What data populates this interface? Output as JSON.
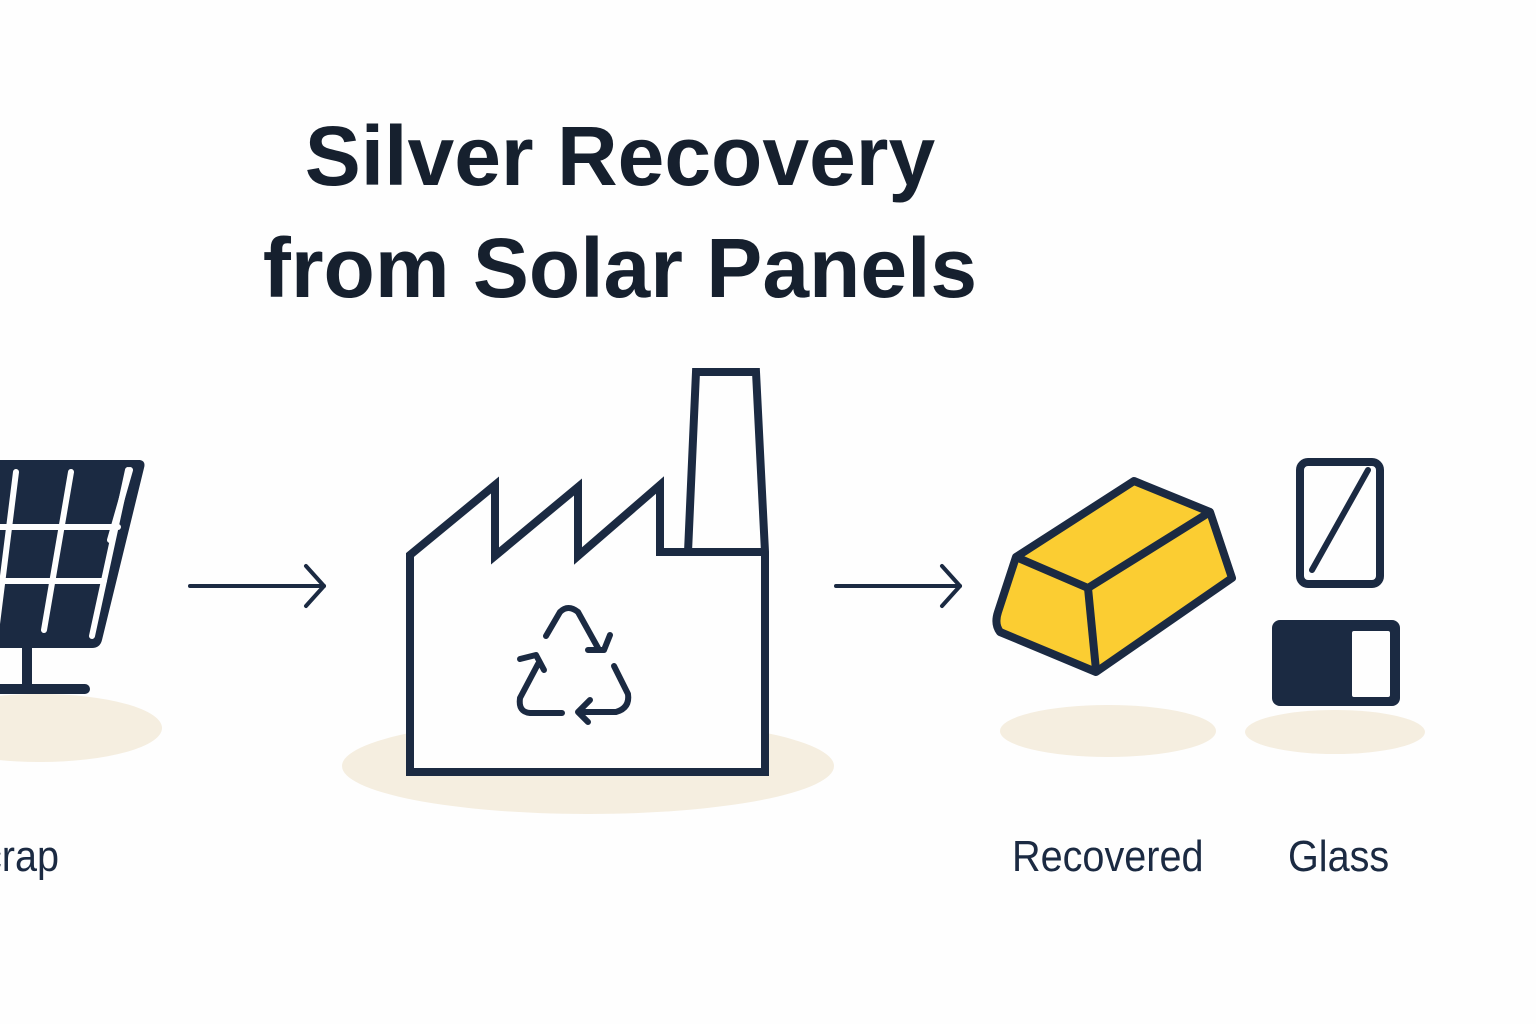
{
  "title": {
    "line1": "Silver Recovery",
    "line2": "from Solar Panels"
  },
  "stages": [
    {
      "id": "input",
      "icon": "solar-panel-icon",
      "label": "crap"
    },
    {
      "id": "process",
      "icon": "recycling-factory-icon",
      "label": ""
    },
    {
      "id": "output-silver",
      "icon": "silver-ingot-icon",
      "label": "Recovered"
    },
    {
      "id": "output-glass",
      "icon": "glass-pane-icon",
      "label": "Glass"
    }
  ],
  "colors": {
    "stroke": "#1b2a42",
    "ingot": "#fbcd32",
    "shadow": "#f5eee0",
    "background": "#fefefe"
  }
}
